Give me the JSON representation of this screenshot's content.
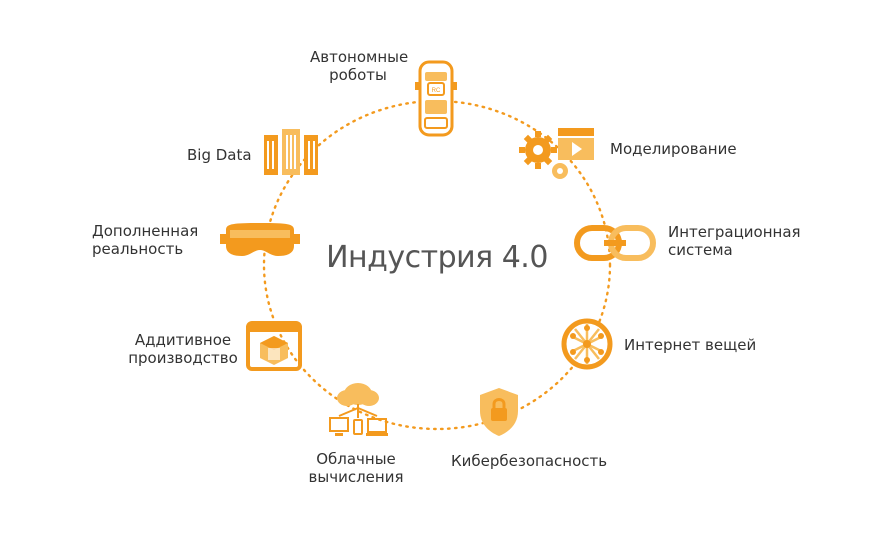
{
  "center_title": "Индустрия 4.0",
  "colors": {
    "accent": "#f39a1e",
    "accent_light": "#f8bd5d",
    "text": "#333333",
    "title": "#555555"
  },
  "nodes": [
    {
      "id": "robots",
      "label_lines": [
        "Автономные",
        "роботы"
      ],
      "icon": "autonomous-vehicle-icon"
    },
    {
      "id": "modeling",
      "label_lines": [
        "Моделирование"
      ],
      "icon": "gears-clapper-icon"
    },
    {
      "id": "integration",
      "label_lines": [
        "Интеграционная",
        "система"
      ],
      "icon": "chain-link-icon"
    },
    {
      "id": "iot",
      "label_lines": [
        "Интернет вещей"
      ],
      "icon": "network-globe-icon"
    },
    {
      "id": "security",
      "label_lines": [
        "Кибербезопасность"
      ],
      "icon": "shield-lock-icon"
    },
    {
      "id": "cloud",
      "label_lines": [
        "Облачные",
        "вычисления"
      ],
      "icon": "cloud-devices-icon"
    },
    {
      "id": "additive",
      "label_lines": [
        "Аддитивное",
        "производство"
      ],
      "icon": "3d-printer-icon"
    },
    {
      "id": "ar",
      "label_lines": [
        "Дополненная",
        "реальность"
      ],
      "icon": "vr-headset-icon"
    },
    {
      "id": "bigdata",
      "label_lines": [
        "Big Data"
      ],
      "icon": "server-rack-icon"
    }
  ]
}
